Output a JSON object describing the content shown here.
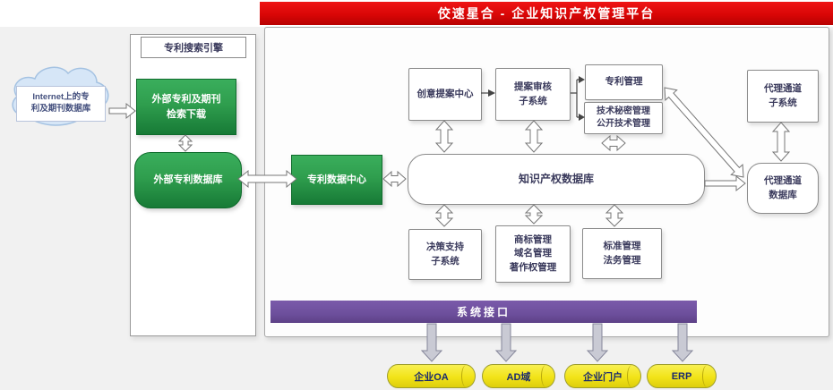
{
  "banner": {
    "title": "佼速星合 - 企业知识产权管理平台"
  },
  "cloud": {
    "line1": "Internet上的专",
    "line2": "利及期刊数据库"
  },
  "left_panel": {
    "header": "专利搜索引擎",
    "search_box": {
      "line1": "外部专利及期刊",
      "line2": "检索下载"
    },
    "external_db": "外部专利数据库"
  },
  "center": {
    "patent_data_center": "专利数据中心",
    "ip_database": "知识产权数据库",
    "idea_center": "创意提案中心",
    "review": {
      "line1": "提案审核",
      "line2": "子系统"
    },
    "patent_mgmt": "专利管理",
    "tech_secret": {
      "line1": "技术秘密管理",
      "line2": "公开技术管理"
    },
    "decision": {
      "line1": "决策支持",
      "line2": "子系统"
    },
    "trademark": {
      "line1": "商标管理",
      "line2": "域名管理",
      "line3": "著作权管理"
    },
    "standard": {
      "line1": "标准管理",
      "line2": "法务管理"
    },
    "system_interface": "系统接口"
  },
  "right": {
    "agency_sub": {
      "line1": "代理通道",
      "line2": "子系统"
    },
    "agency_db": {
      "line1": "代理通道",
      "line2": "数据库"
    }
  },
  "bottom": {
    "items": [
      "企业OA",
      "AD域",
      "企业门户",
      "ERP"
    ]
  },
  "colors": {
    "banner_red": "#d90606",
    "green": "#2f9e4e",
    "purple": "#6d4f9c",
    "yellow": "#f2e318"
  }
}
